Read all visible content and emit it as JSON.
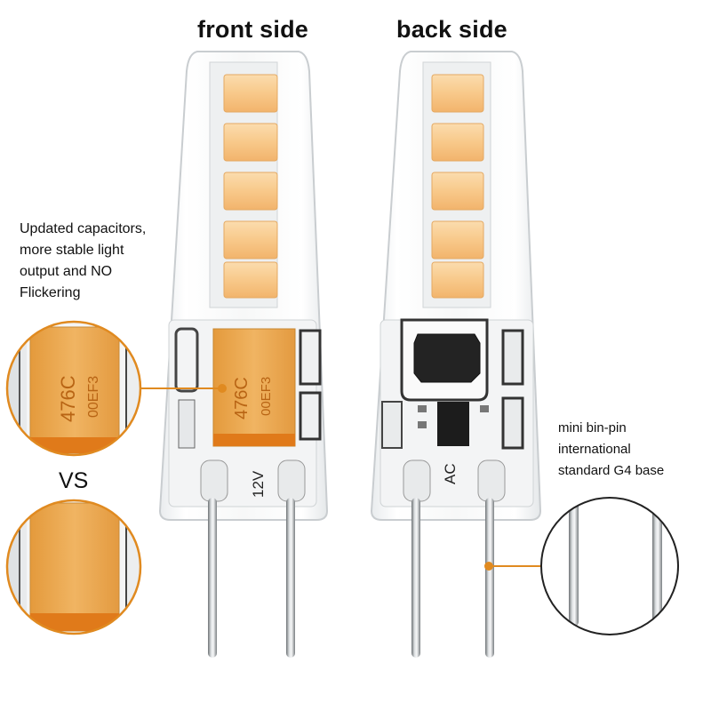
{
  "labels": {
    "front": "front side",
    "back": "back side",
    "vs": "VS"
  },
  "callouts": {
    "capacitor_note": [
      "Updated capacitors,",
      "more stable light",
      "output and NO",
      "Flickering"
    ],
    "base_note": [
      "mini bin-pin",
      "international",
      "standard G4 base"
    ]
  },
  "component_markings": {
    "capacitor_code": "476C",
    "capacitor_batch": "00EF3",
    "voltage": "12V",
    "current_type": "AC"
  },
  "colors": {
    "led": "#f7c88a",
    "capacitor": "#e8a64c",
    "capacitor_band": "#e07a1a",
    "callout_line": "#e08a20"
  }
}
